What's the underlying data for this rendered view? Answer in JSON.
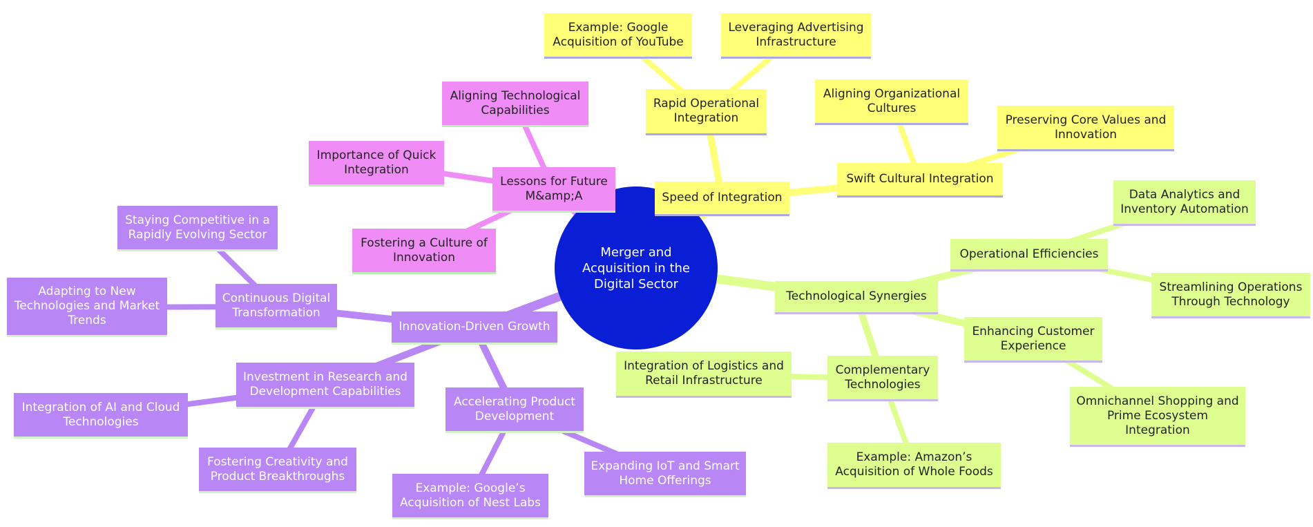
{
  "root": "Merger and Acquisition in the Digital Sector",
  "colors": {
    "root_fill": "#0a1ed6",
    "speed_branch": "#ffff78",
    "tech_branch": "#deff8f",
    "innovation_branch": "#b887f5",
    "lessons_branch": "#ef8cf5"
  },
  "speed": {
    "label": "Speed of Integration",
    "rapid": "Rapid Operational Integration",
    "google_youtube": "Example: Google Acquisition of YouTube",
    "advertising": "Leveraging Advertising Infrastructure",
    "cultural": "Swift Cultural Integration",
    "aligning_cultures": "Aligning Organizational Cultures",
    "core_values": "Preserving Core Values and Innovation"
  },
  "tech": {
    "label": "Technological Synergies",
    "operational": "Operational Efficiencies",
    "data_analytics": "Data Analytics and Inventory Automation",
    "streamlining": "Streamlining Operations Through Technology",
    "customer": "Enhancing Customer Experience",
    "omnichannel": "Omnichannel Shopping and Prime Ecosystem Integration",
    "complementary": "Complementary Technologies",
    "logistics": "Integration of Logistics and Retail Infrastructure",
    "amazon": "Example: Amazon’s Acquisition of Whole Foods"
  },
  "innovation": {
    "label": "Innovation-Driven Growth",
    "continuous": "Continuous Digital Transformation",
    "staying": "Staying Competitive in a Rapidly Evolving Sector",
    "adapting": "Adapting to New Technologies and Market Trends",
    "rnd": "Investment in Research and Development Capabilities",
    "ai_cloud": "Integration of AI and Cloud Technologies",
    "creativity": "Fostering Creativity and Product Breakthroughs",
    "accelerating": "Accelerating Product Development",
    "nest": "Example: Google’s Acquisition of Nest Labs",
    "iot": "Expanding IoT and Smart Home Offerings"
  },
  "lessons": {
    "label": "Lessons for Future M&amp;A",
    "aligning_tech": "Aligning Technological Capabilities",
    "quick": "Importance of Quick Integration",
    "fostering_innovation": "Fostering a Culture of Innovation"
  }
}
